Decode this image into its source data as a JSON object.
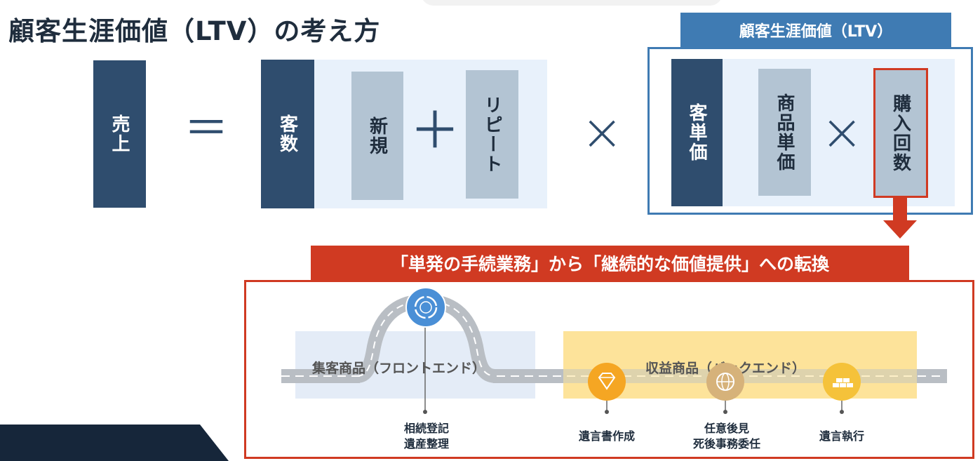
{
  "title": "顧客生涯価値（LTV）の考え方",
  "formula": {
    "sales": "売上",
    "equals": "＝",
    "customers": "客数",
    "new": "新規",
    "plus": "＋",
    "repeat": "リピート",
    "times": "×"
  },
  "ltv": {
    "header": "顧客生涯価値（LTV）",
    "unit_price": "客単価",
    "product_price": "商品単価",
    "times": "×",
    "purchase_count": "購入回数"
  },
  "transform": {
    "banner": "「単発の手続業務」から「継続的な価値提供」への転換",
    "front_label": "集客商品（フロントエンド）",
    "back_label": "収益商品（バックエンド）",
    "milestones": [
      {
        "text": "相続登記\n遺産整理",
        "icon": "circular-arrows-icon"
      },
      {
        "text": "遺言書作成",
        "icon": "diamond-icon"
      },
      {
        "text": "任意後見\n死後事務委任",
        "icon": "globe-icon"
      },
      {
        "text": "遺言執行",
        "icon": "gold-bars-icon"
      }
    ]
  },
  "colors": {
    "dark_navy": "#2f4d6e",
    "grey_box": "#b3c4d3",
    "light_bg": "#e8f1fb",
    "frame_blue": "#3f7bb3",
    "accent_red": "#d03a22",
    "orange": "#f5a623",
    "yellow_bg": "#fde39a"
  }
}
